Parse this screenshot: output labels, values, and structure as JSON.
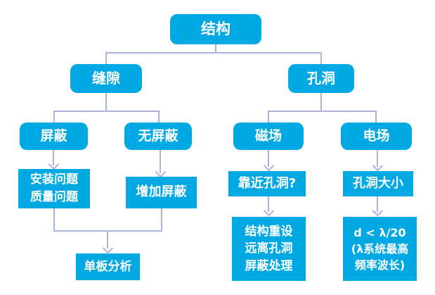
{
  "colors": {
    "node_fill": "#00a9e4",
    "node_text": "#ffffff",
    "connector": "#a9b4e0",
    "background": "#ffffff"
  },
  "diagram": {
    "type": "flowchart",
    "nodes": {
      "jiegou": {
        "label": "结构"
      },
      "fengxi": {
        "label": "缝隙"
      },
      "kongdong": {
        "label": "孔洞"
      },
      "pingbi": {
        "label": "屏蔽"
      },
      "wupingbi": {
        "label": "无屏蔽"
      },
      "cichang": {
        "label": "磁场"
      },
      "dianchang": {
        "label": "电场"
      },
      "anzhuang": {
        "label": "安装问题\n质量问题"
      },
      "zengjia": {
        "label": "增加屏蔽"
      },
      "kaojin": {
        "label": "靠近孔洞?"
      },
      "daxiao": {
        "label": "孔洞大小"
      },
      "danban": {
        "label": "单板分析"
      },
      "chongshe": {
        "label": "结构重设\n远离孔洞\n屏蔽处理"
      },
      "dlambda": {
        "label": "d < λ/20\n(λ系统最高\n频率波长)"
      }
    },
    "edges": [
      {
        "from": "结构",
        "to": "缝隙",
        "arrow": false
      },
      {
        "from": "结构",
        "to": "孔洞",
        "arrow": false
      },
      {
        "from": "缝隙",
        "to": "屏蔽",
        "arrow": false
      },
      {
        "from": "缝隙",
        "to": "无屏蔽",
        "arrow": false
      },
      {
        "from": "孔洞",
        "to": "磁场",
        "arrow": false
      },
      {
        "from": "孔洞",
        "to": "电场",
        "arrow": false
      },
      {
        "from": "屏蔽",
        "to": "安装问题 质量问题",
        "arrow": true
      },
      {
        "from": "无屏蔽",
        "to": "增加屏蔽",
        "arrow": true
      },
      {
        "from": "磁场",
        "to": "靠近孔洞?",
        "arrow": true
      },
      {
        "from": "电场",
        "to": "孔洞大小",
        "arrow": true
      },
      {
        "from": "安装问题 质量问题",
        "to": "单板分析",
        "arrow": true
      },
      {
        "from": "增加屏蔽",
        "to": "单板分析",
        "arrow": true
      },
      {
        "from": "靠近孔洞?",
        "to": "结构重设 远离孔洞 屏蔽处理",
        "arrow": true
      },
      {
        "from": "孔洞大小",
        "to": "d < λ/20 (λ系统最高频率波长)",
        "arrow": true
      }
    ]
  }
}
